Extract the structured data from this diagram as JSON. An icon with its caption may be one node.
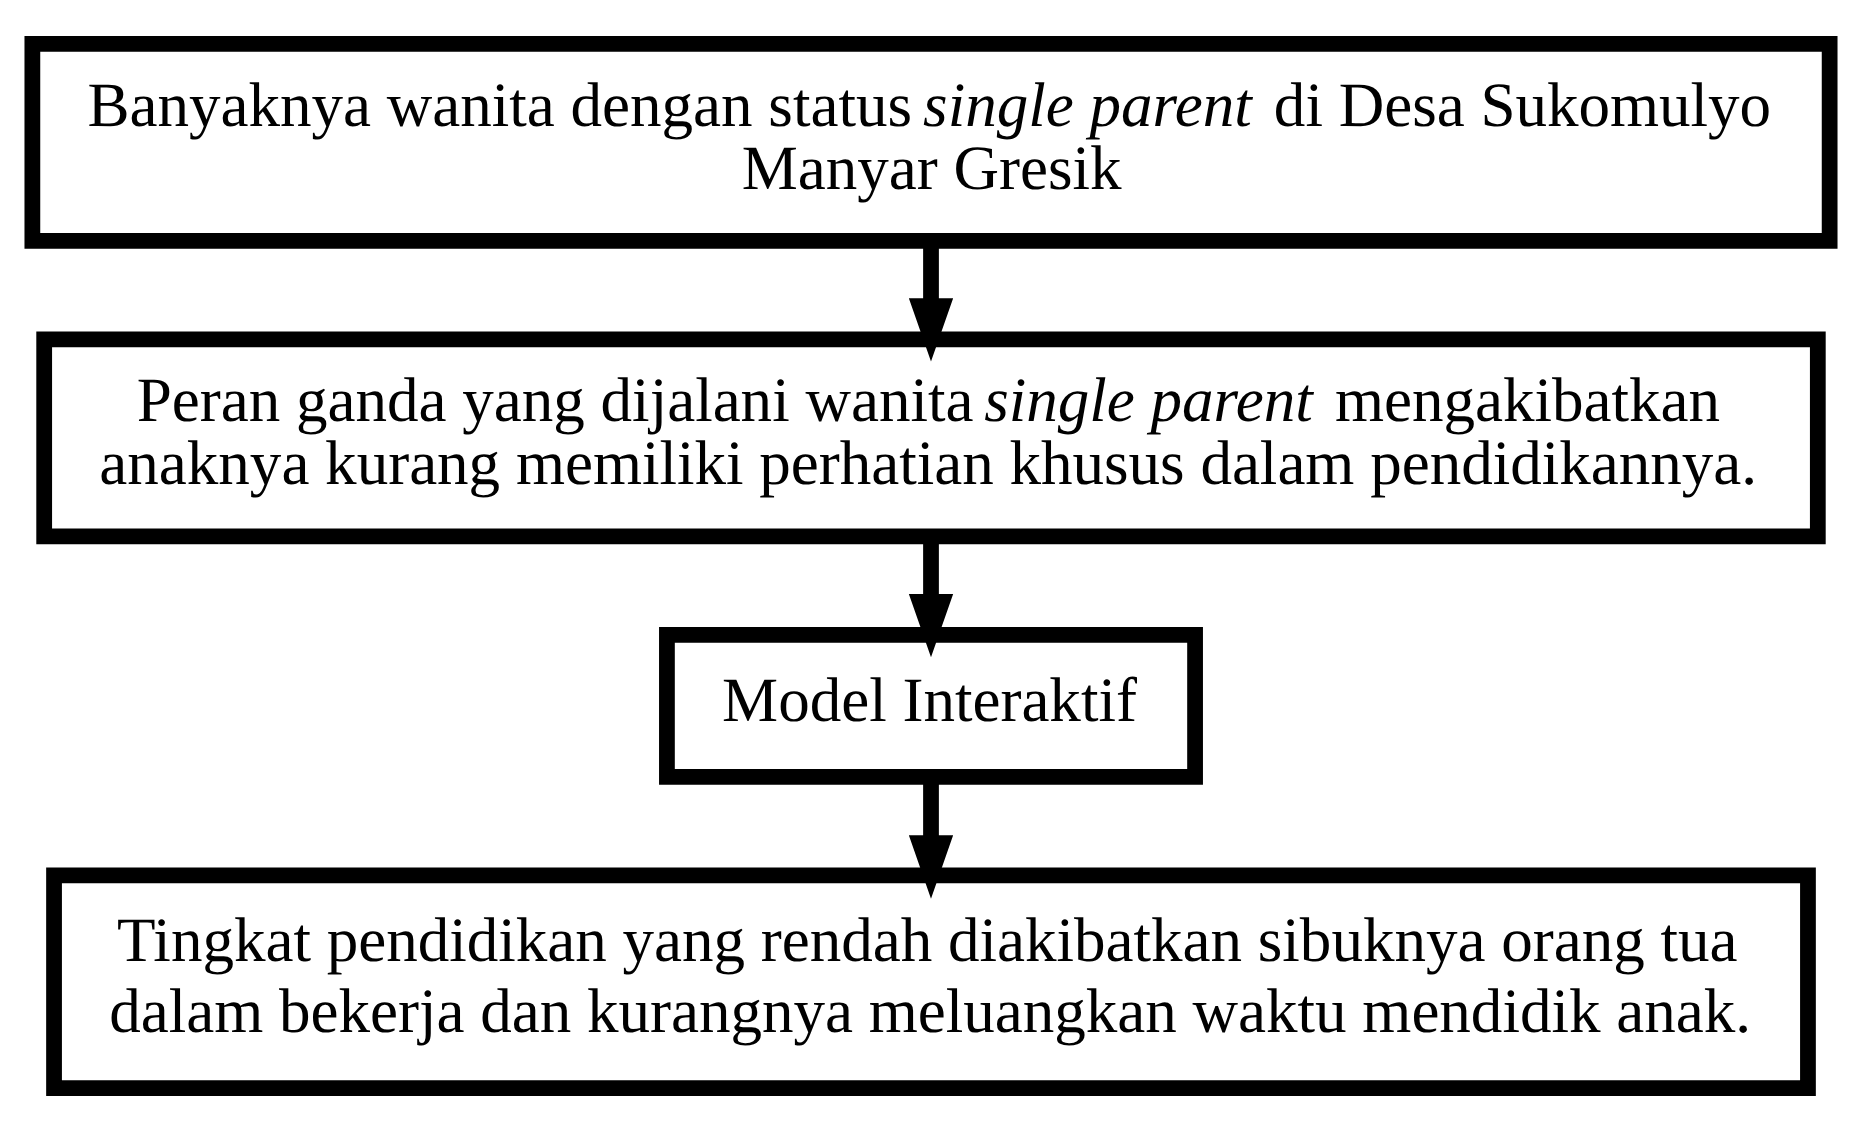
{
  "diagram": {
    "nodes": [
      {
        "text": [
          "Banyaknya wanita dengan status *single parent* di Desa Sukomulyo Manyar Gresik"
        ]
      },
      {
        "text": [
          "Peran ganda yang dijalani wanita *single parent* mengakibatkan anaknya kurang memiliki perhatian khusus dalam pendidikannya."
        ]
      },
      {
        "text": [
          "Model Interaktif"
        ]
      },
      {
        "text": [
          "Tingkat pendidikan yang rendah diakibatkan sibuknya orang tua dalam bekerja dan kurangnya meluangkan waktu mendidik anak."
        ]
      }
    ],
    "edges": [
      {
        "from": 0,
        "to": 1,
        "arrow": "to"
      },
      {
        "from": 1,
        "to": 2,
        "arrow": "to"
      },
      {
        "from": 2,
        "to": 3,
        "arrow": "to"
      }
    ]
  }
}
